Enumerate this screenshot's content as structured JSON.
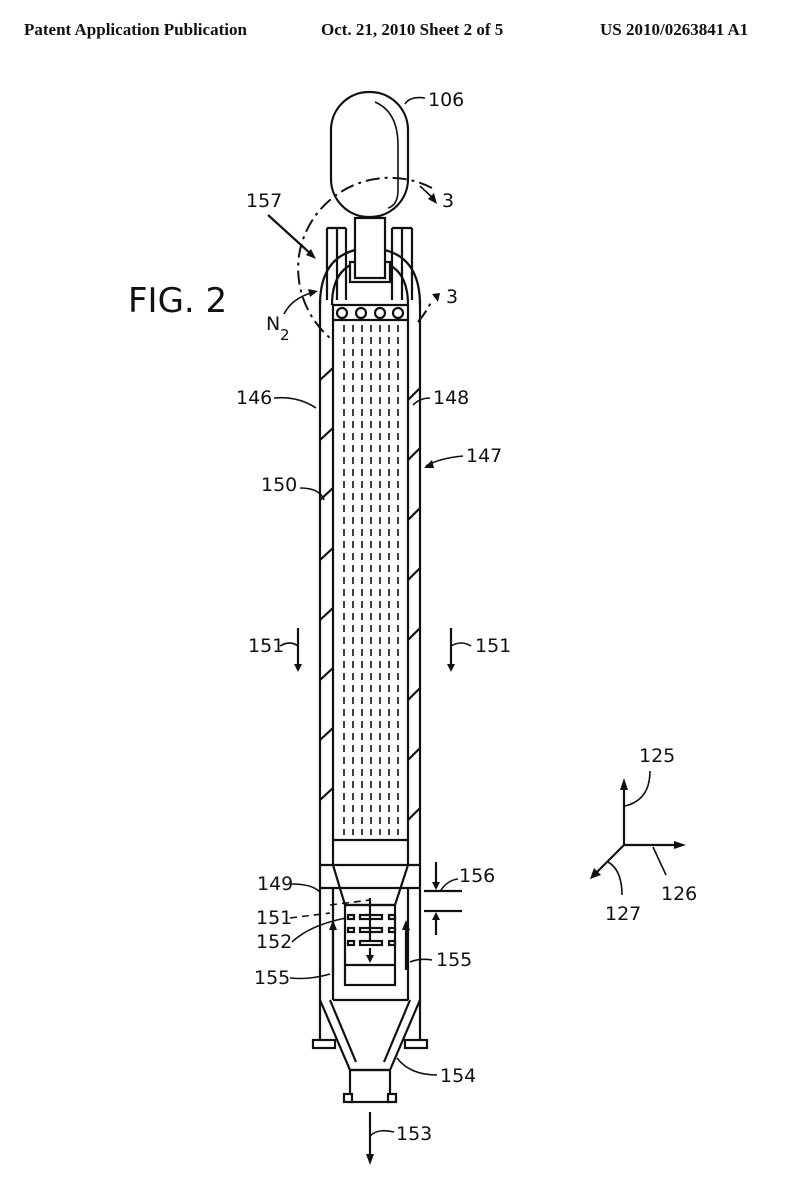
{
  "header": {
    "publication": "Patent Application Publication",
    "date_sheet": "Oct. 21, 2010   Sheet 2 of 5",
    "number": "US 2010/0263841 A1"
  },
  "figure": {
    "title": "FIG. 2",
    "labels": {
      "l106": "106",
      "l157": "157",
      "l3a": "3",
      "l3b": "3",
      "n2": "N",
      "n2sub": "2",
      "l146": "146",
      "l148": "148",
      "l147": "147",
      "l150": "150",
      "l151a": "151",
      "l151b": "151",
      "l149": "149",
      "l151c": "151",
      "l152": "152",
      "l155a": "155",
      "l155b": "155",
      "l156": "156",
      "l154": "154",
      "l153": "153",
      "l125": "125",
      "l126": "126",
      "l127": "127"
    }
  }
}
